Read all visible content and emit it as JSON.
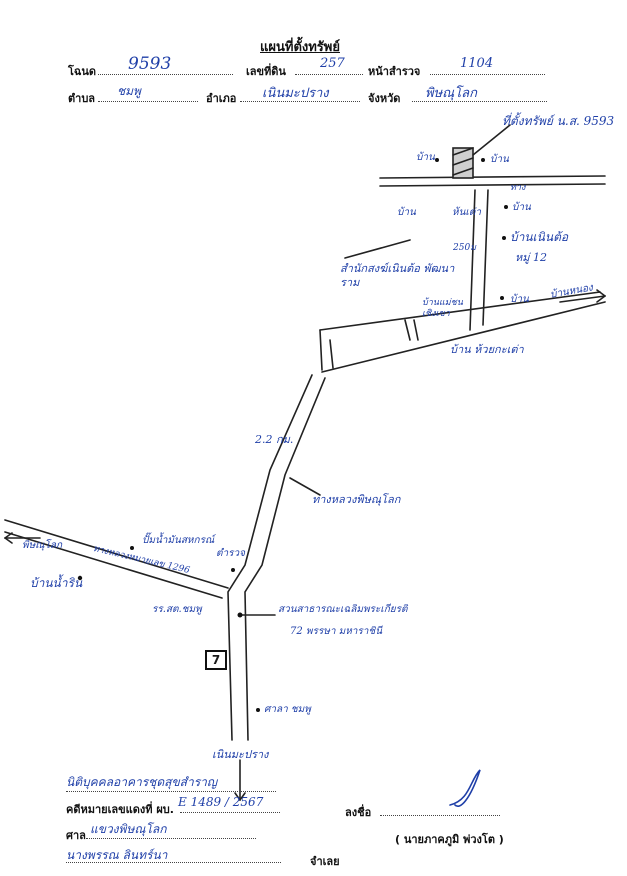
{
  "header": {
    "title": "แผนที่ตั้งทรัพย์",
    "deed_label": "โฉนด",
    "deed_value": "9593",
    "land_no_label": "เลขที่ดิน",
    "land_no_value": "257",
    "survey_page_label": "หน้าสำรวจ",
    "survey_page_value": "1104",
    "subdistrict_label": "ตำบล",
    "subdistrict_value": "ชมพู",
    "district_label": "อำเภอ",
    "district_value": "เนินมะปราง",
    "province_label": "จังหวัด",
    "province_value": "พิษณุโลก"
  },
  "map": {
    "property_label": "ที่ตั้งทรัพย์ น.ส. 9593",
    "house": "บ้าน",
    "road_label": "ทาง",
    "hut": "ห้นเต่า",
    "ban_nern": "บ้านเนินต้อ",
    "moo": "หมู่ 12",
    "distance_250": "250ม",
    "office": "สำนักสงฆ์เนินต้อ พัฒนาราม",
    "ban_school": "บ้านแม่ชน เชิงเขา",
    "to_nong": "บ้านหนอง",
    "ban_kokdue": "บ้าน ห้วยกะเต่า",
    "dist_km": "2.2 กม.",
    "highway": "ทางหลวงพิษณุโลก",
    "phitsanulok_left": "พิษณุโลก",
    "route": "ทางหลวงหมายเลข 1296",
    "gas_station": "ปั๊มน้ำมันสหกรณ์",
    "police": "ตำรวจ",
    "ban_nam_rin": "บ้านน้ำริน",
    "school": "รร.สต.ชมพู",
    "park_line1": "สวนสาธารณะเฉลิมพระเกียรติ",
    "park_line2": "72 พรรษา มหาราชินี",
    "box_number": "7",
    "temple": "ศาลา ชมพู",
    "bottom_direction": "เนินมะปราง"
  },
  "footer": {
    "plaintiff_line": "นิติบุคคลอาคารชุดสุขสำราญ",
    "case_label": "คดีหมายเลขแดงที่ ผบ.",
    "case_value": "E 1489 / 2567",
    "court_label": "ศาล",
    "court_value": "แขวงพิษณุโลก",
    "defendant_line": "นางพรรณ ลินทร์นา",
    "sign_label": "ลงชื่อ",
    "signer_name": "( นายภาคภูมิ พ่วงโต )",
    "defendant_suffix": "จำเลย"
  },
  "colors": {
    "ink": "#1f3fa8",
    "print": "#111111"
  }
}
